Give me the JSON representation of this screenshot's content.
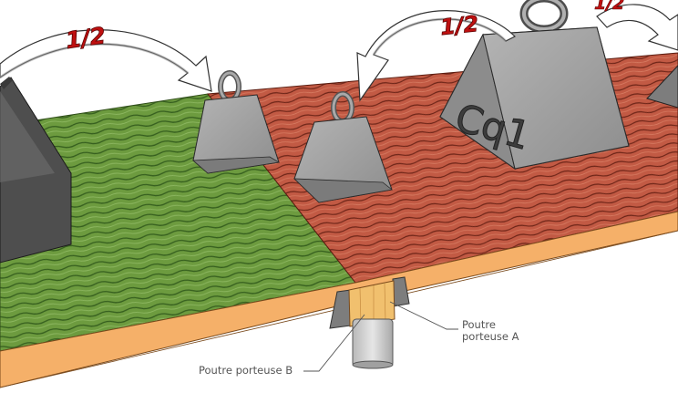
{
  "diagram": {
    "arrow_labels": [
      "1/2",
      "1/2",
      "1/2"
    ],
    "weight_label": "Cq1",
    "callouts": {
      "beam_a": {
        "line1": "Poutre",
        "line2": "porteuse A"
      },
      "beam_b": {
        "text": "Poutre porteuse B"
      }
    },
    "colors": {
      "green_zone": "#6e9a40",
      "red_zone": "#c05a44",
      "edge_band": "#f5b069",
      "weight_gray": "#9b9b9b",
      "label_red": "#bf1010"
    }
  }
}
